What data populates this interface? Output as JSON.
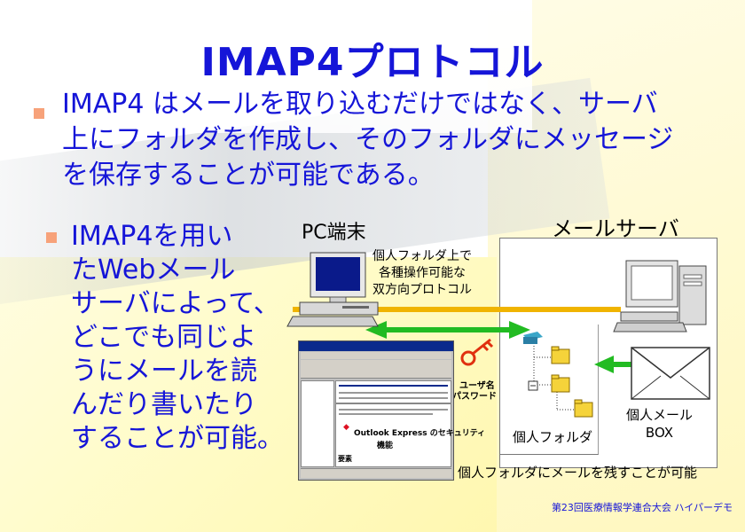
{
  "title": "IMAP4プロトコル",
  "bullet1": {
    "lines": [
      "IMAP4 はメールを取り込むだけではなく、サーバ",
      "上にフォルダを作成し、そのフォルダにメッセージ",
      "を保存することが可能である。"
    ]
  },
  "bullet2": {
    "lines": [
      "IMAP4を用い",
      "たWebメール",
      "サーバによって、",
      "どこでも同じよ",
      "うにメールを読",
      "んだり書いたり",
      "することが可能。"
    ]
  },
  "diagram": {
    "pc_label": "PC端末",
    "server_label": "メールサーバ",
    "protocol_note": [
      "個人フォルダ上で",
      "各種操作可能な",
      "双方向プロトコル"
    ],
    "user_password": [
      "ユーザ名",
      "パスワード"
    ],
    "personal_folder": "個人フォルダ",
    "personal_mailbox": [
      "個人メール",
      "BOX"
    ],
    "caption": "個人フォルダにメールを残すことが可能",
    "screenshot_title": "Outlook Express のセキュリティ",
    "screenshot_title2": "機能",
    "screenshot_body": "要素"
  },
  "colors": {
    "title": "#1515d8",
    "text": "#1515d8",
    "bullet": "#f7a27a",
    "protocol_line": "#f0b400",
    "arrow": "#22bb22",
    "key": "#e03010"
  },
  "footer": "第23回医療情報学連合大会 ハイパーデモ"
}
